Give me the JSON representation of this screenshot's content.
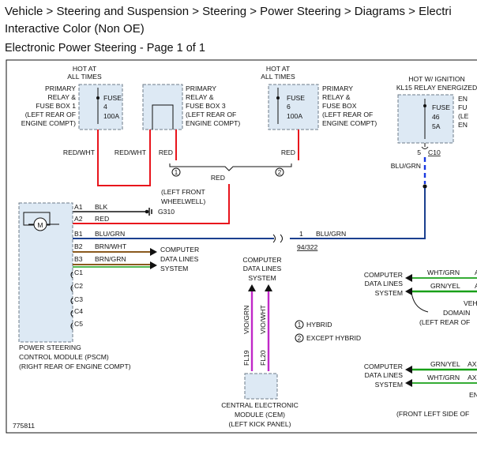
{
  "header": {
    "breadcrumb_line1": "Vehicle > Steering and Suspension > Steering > Power Steering > Diagrams > Electri",
    "breadcrumb_line2": "Interactive Color (Non OE)",
    "subtitle": "Electronic Power Steering - Page 1 of 1"
  },
  "diagram": {
    "fuse_box_1": {
      "hot": [
        "HOT AT",
        "ALL TIMES"
      ],
      "desc": [
        "PRIMARY",
        "RELAY &",
        "FUSE BOX 1",
        "(LEFT REAR OF",
        "ENGINE COMPT)"
      ],
      "fuse": [
        "FUSE",
        "4",
        "100A"
      ]
    },
    "fuse_box_3": {
      "desc": [
        "PRIMARY",
        "RELAY &",
        "FUSE BOX 3",
        "(LEFT REAR OF",
        "ENGINE COMPT)"
      ]
    },
    "fuse_box_right": {
      "hot": [
        "HOT AT",
        "ALL TIMES"
      ],
      "desc": [
        "PRIMARY",
        "RELAY &",
        "FUSE BOX",
        "(LEFT REAR OF",
        "ENGINE COMPT)"
      ],
      "fuse": [
        "FUSE",
        "6",
        "100A"
      ]
    },
    "kl15_box": {
      "hot": [
        "HOT W/ IGNITION",
        "KL15 RELAY ENERGIZED"
      ],
      "fuse": [
        "FUSE",
        "46",
        "5A"
      ],
      "cut_label": [
        "EN",
        "FU",
        "(LE",
        "EN"
      ]
    },
    "wires": {
      "red_wht_1": "RED/WHT",
      "red_wht_2": "RED/WHT",
      "red_1": "RED",
      "red_2": "RED",
      "red_3": "RED",
      "blu_grn_top": "BLU/GRN",
      "blu_grn_pin": "BLU/GRN",
      "blk": "BLK",
      "red_a2": "RED",
      "brn_wht": "BRN/WHT",
      "brn_grn": "BRN/GRN",
      "vio_grn": "VIO/GRN",
      "vio_wht": "VIO/WHT",
      "wht_grn_1": "WHT/GRN",
      "grn_yel_1": "GRN/YEL",
      "grn_yel_2": "GRN/YEL",
      "wht_grn_2": "WHT/GRN",
      "blu_grn_right": "BLU/GRN"
    },
    "splice_marks": [
      "1",
      "2"
    ],
    "ground": {
      "label": [
        "(LEFT FRONT",
        "WHEELWELL)"
      ],
      "id": "G310"
    },
    "connectors": {
      "c10_pin": "5",
      "c10": "C10",
      "inline_pin": "1",
      "inline": "94/322",
      "fl19": "FL19",
      "fl20": "FL20"
    },
    "pscm": {
      "pins": [
        "A1",
        "A2",
        "B1",
        "B2",
        "B3",
        "C1",
        "C2",
        "C3",
        "C4",
        "C5"
      ],
      "motor": "M",
      "label": [
        "POWER STEERING",
        "CONTROL MODULE (PSCM)",
        "(RIGHT REAR OF ENGINE COMPT)"
      ]
    },
    "cdl_pscm": [
      "COMPUTER",
      "DATA LINES",
      "SYSTEM"
    ],
    "cdl_cem": [
      "COMPUTER",
      "DATA LINES",
      "SYSTEM"
    ],
    "cdl_right1": [
      "COMPUTER",
      "DATA LINES",
      "SYSTEM"
    ],
    "cdl_right2": [
      "COMPUTER",
      "DATA LINES",
      "SYSTEM"
    ],
    "cem": [
      "CENTRAL ELECTRONIC",
      "MODULE (CEM)",
      "(LEFT KICK PANEL)"
    ],
    "legend": [
      "HYBRID",
      "EXCEPT HYBRID"
    ],
    "right_cut_1": [
      "VEH",
      "DOMAIN",
      "(LEFT REAR OF"
    ],
    "right_cut_2": [
      "EN",
      "(FRONT LEFT SIDE OF"
    ],
    "ax1": "AX",
    "ax2": "AX",
    "a1": "A",
    "a2": "A",
    "figure_id": "775811"
  },
  "colors": {
    "red": "#e8141c",
    "blue": "#1b3f8f",
    "bright_blue": "#1838e0",
    "brown": "#8a5a1e",
    "green": "#18a018",
    "violet": "#c028c8",
    "box_fill": "#dde9f4",
    "box_border": "#6e7c8a"
  }
}
